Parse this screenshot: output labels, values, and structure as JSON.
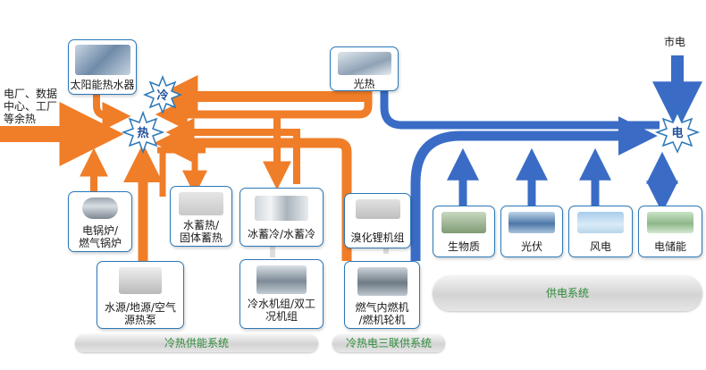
{
  "left_source_label": "电厂、数据\n中心、工厂\n等余热",
  "grid_label": "市电",
  "nodes": {
    "cold": "冷",
    "heat": "热",
    "power": "电"
  },
  "boxes": {
    "solar_water_heater": "太阳能热水器",
    "solar_thermal": "光热",
    "electric_boiler": "电锅炉/\n燃气锅炉",
    "water_heat_storage": "水蓄热/\n固体蓄热",
    "ice_storage": "冰蓄冷/水蓄冷",
    "lithium_bromide": "溴化锂机组",
    "heat_pump": "水源/地源/空气\n源热泵",
    "chiller": "冷水机组/双工\n况机组",
    "gas_engine": "燃气内燃机\n/燃机轮机",
    "biomass": "生物质",
    "photovoltaic": "光伏",
    "wind": "风电",
    "storage": "电储能"
  },
  "footer": {
    "cooling_heating": "冷热供能系统",
    "cchp": "冷热电三联供系统",
    "power_supply": "供电系统"
  },
  "colors": {
    "orange": "#f07d28",
    "blue": "#3a6cc6",
    "box_border": "#2b78b8",
    "green_text": "#2e8b3a"
  }
}
